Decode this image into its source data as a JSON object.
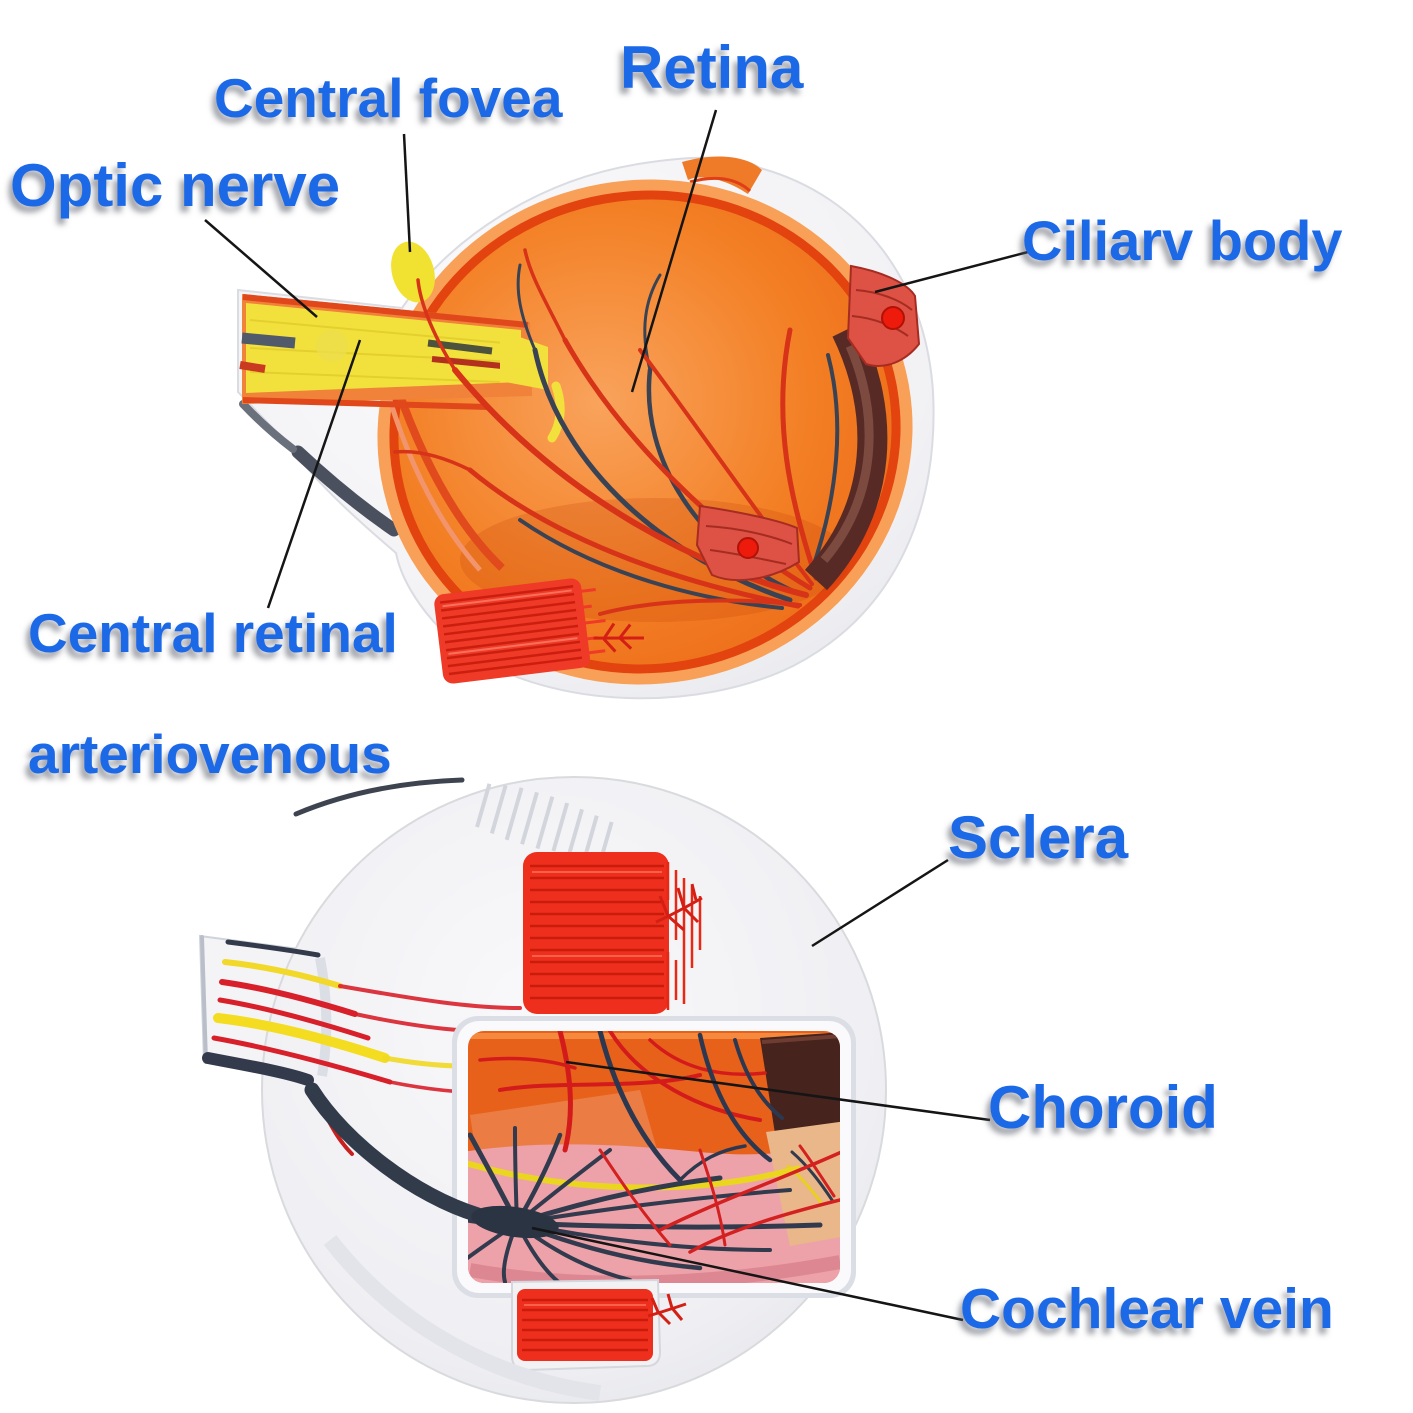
{
  "labels": {
    "central_fovea": "Central fovea",
    "retina": "Retina",
    "optic_nerve": "Optic nerve",
    "ciliary_body": "Ciliarv body",
    "central_retinal_line1": "Central retinal",
    "central_retinal_line2": "arteriovenous",
    "sclera": "Sclera",
    "choroid": "Choroid",
    "cochlear_vein": "Cochlear vein"
  },
  "colors": {
    "label_text": "#1c69e8",
    "leader_line": "#151515",
    "retina_orange": "#f0741f",
    "rim_red": "#e2430f",
    "sclera_white": "#f2f2f5",
    "optic_nerve_yellow": "#f2e13c",
    "muscle_red": "#ee2f1d",
    "artery_red": "#d63318",
    "vein_navy": "#3a4354",
    "ciliary_salmon": "#dd5244",
    "lens_maroon": "#572a26",
    "choroid_orange": "#e7611b",
    "pink_layer": "#eda2aa",
    "tan_patch": "#e9b78a",
    "brown_patch": "#46231d"
  }
}
